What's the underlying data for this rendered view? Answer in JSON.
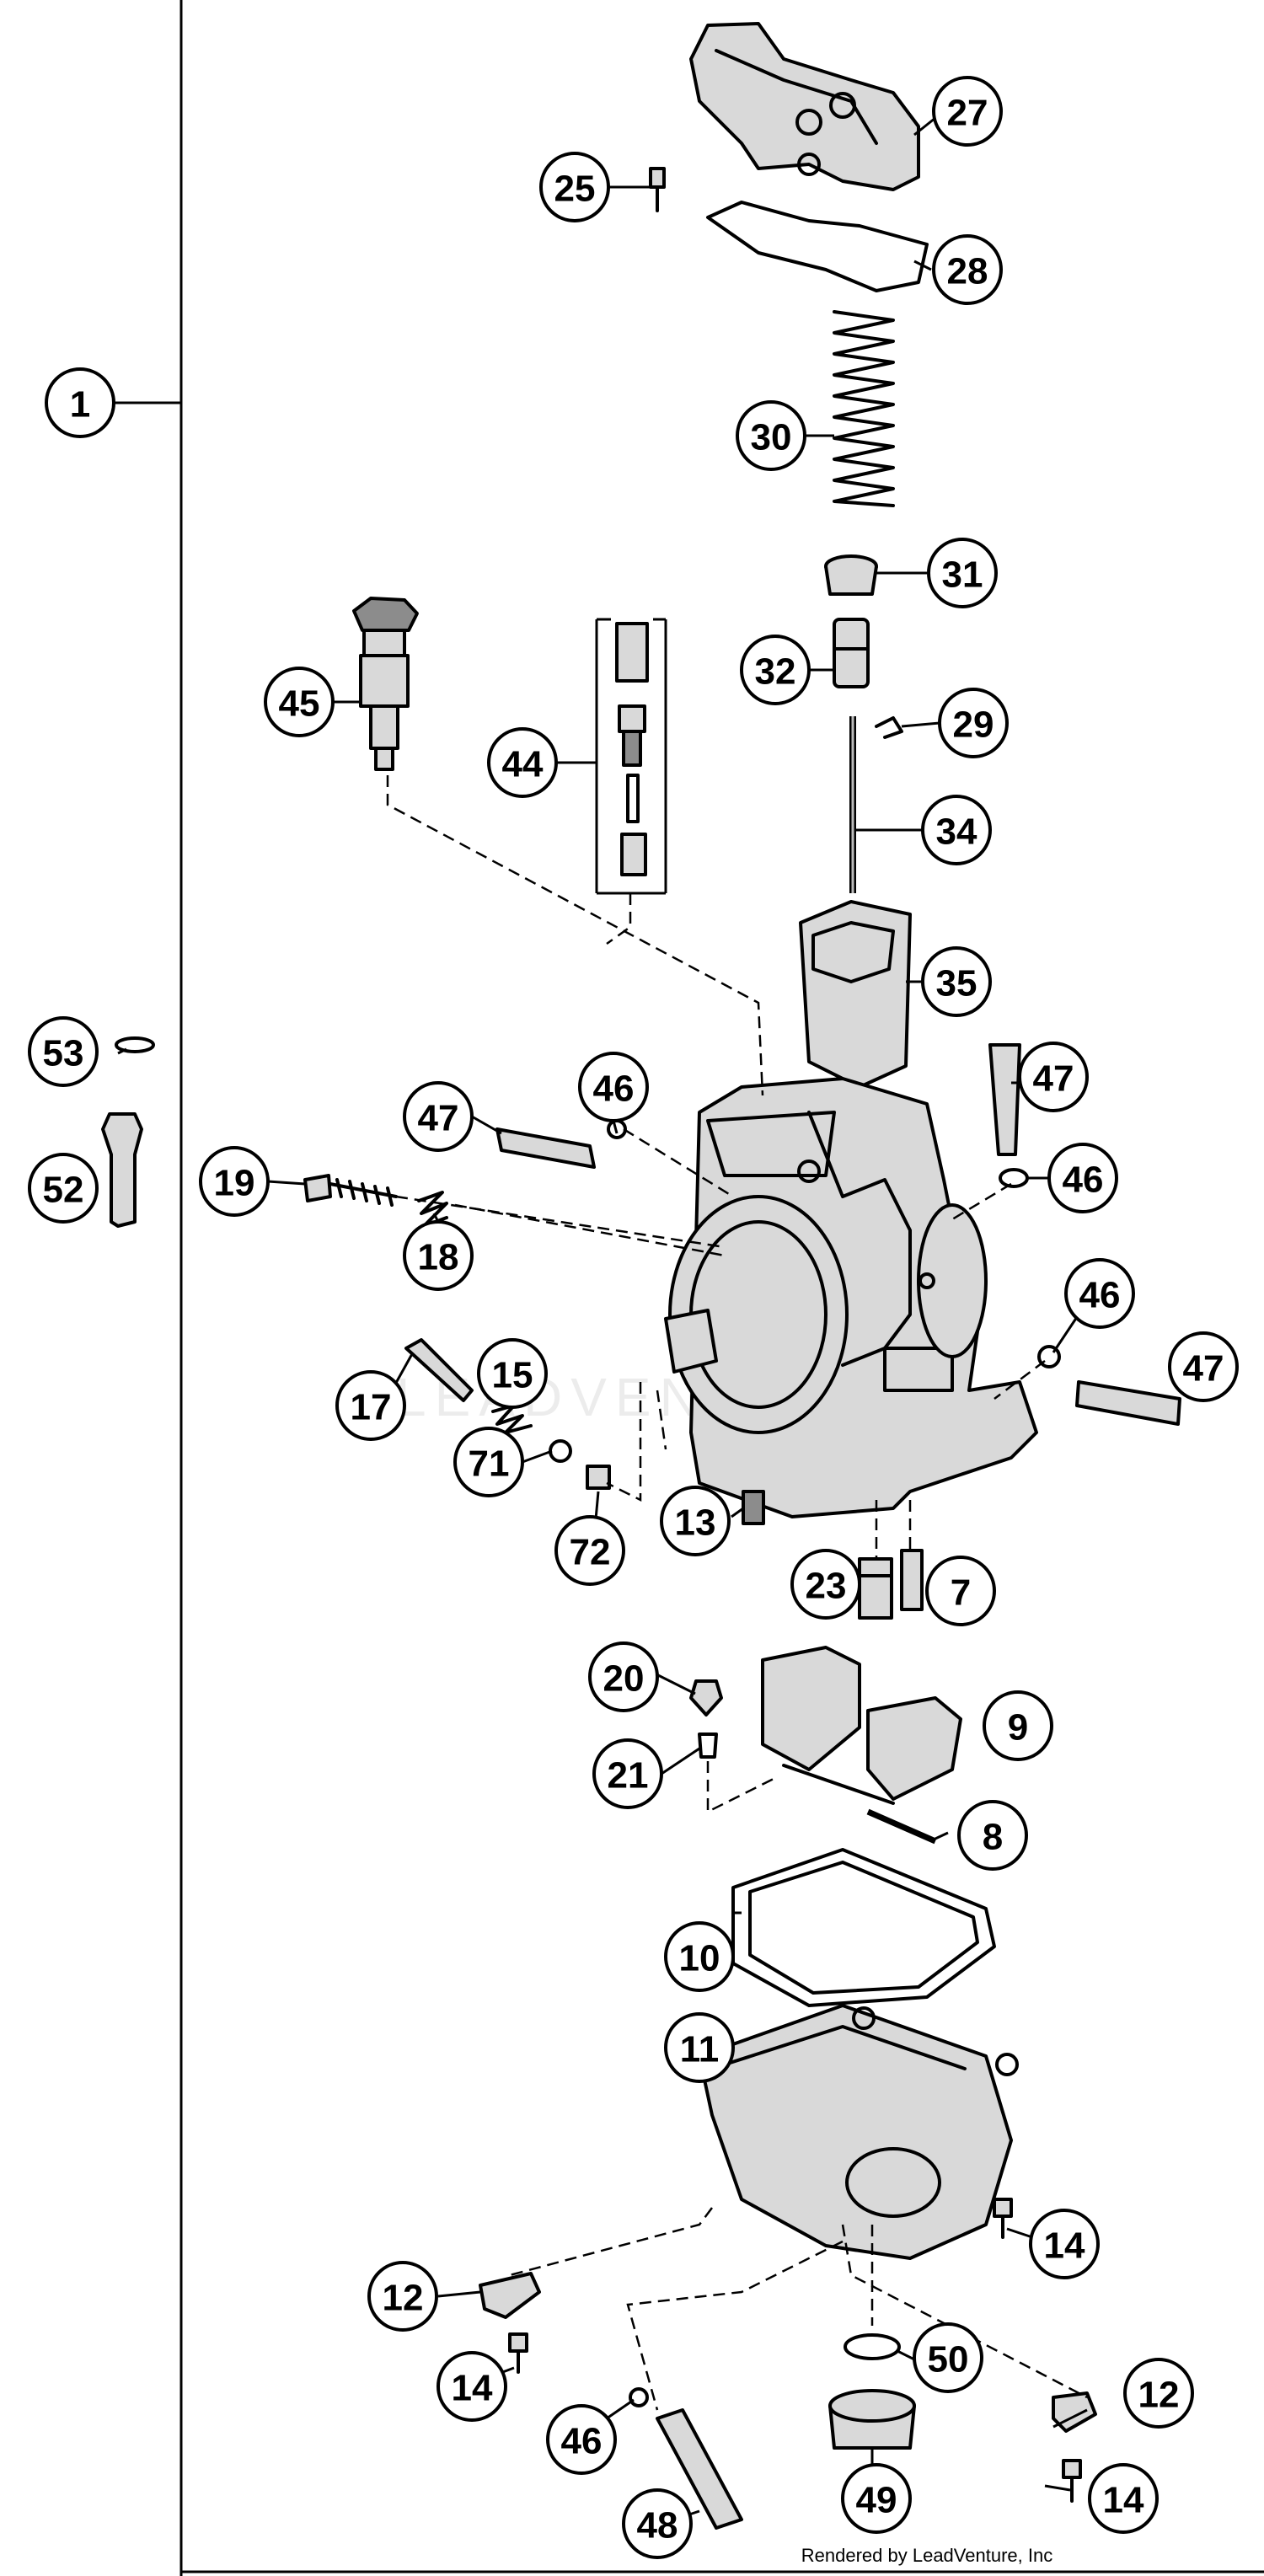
{
  "callouts": {
    "c1": "1",
    "c7": "7",
    "c8": "8",
    "c9": "9",
    "c10": "10",
    "c11": "11",
    "c12a": "12",
    "c12b": "12",
    "c13": "13",
    "c14a": "14",
    "c14b": "14",
    "c14c": "14",
    "c15": "15",
    "c17": "17",
    "c18": "18",
    "c19": "19",
    "c20": "20",
    "c21": "21",
    "c23": "23",
    "c25": "25",
    "c27": "27",
    "c28": "28",
    "c29": "29",
    "c30": "30",
    "c31": "31",
    "c32": "32",
    "c34": "34",
    "c35": "35",
    "c44": "44",
    "c45": "45",
    "c46a": "46",
    "c46b": "46",
    "c46c": "46",
    "c46d": "46",
    "c47a": "47",
    "c47b": "47",
    "c47c": "47",
    "c48": "48",
    "c49": "49",
    "c50": "50",
    "c52": "52",
    "c53": "53",
    "c71": "71",
    "c72": "72"
  },
  "credit": "Rendered by LeadVenture, Inc",
  "watermark": "LEADVENTURE"
}
